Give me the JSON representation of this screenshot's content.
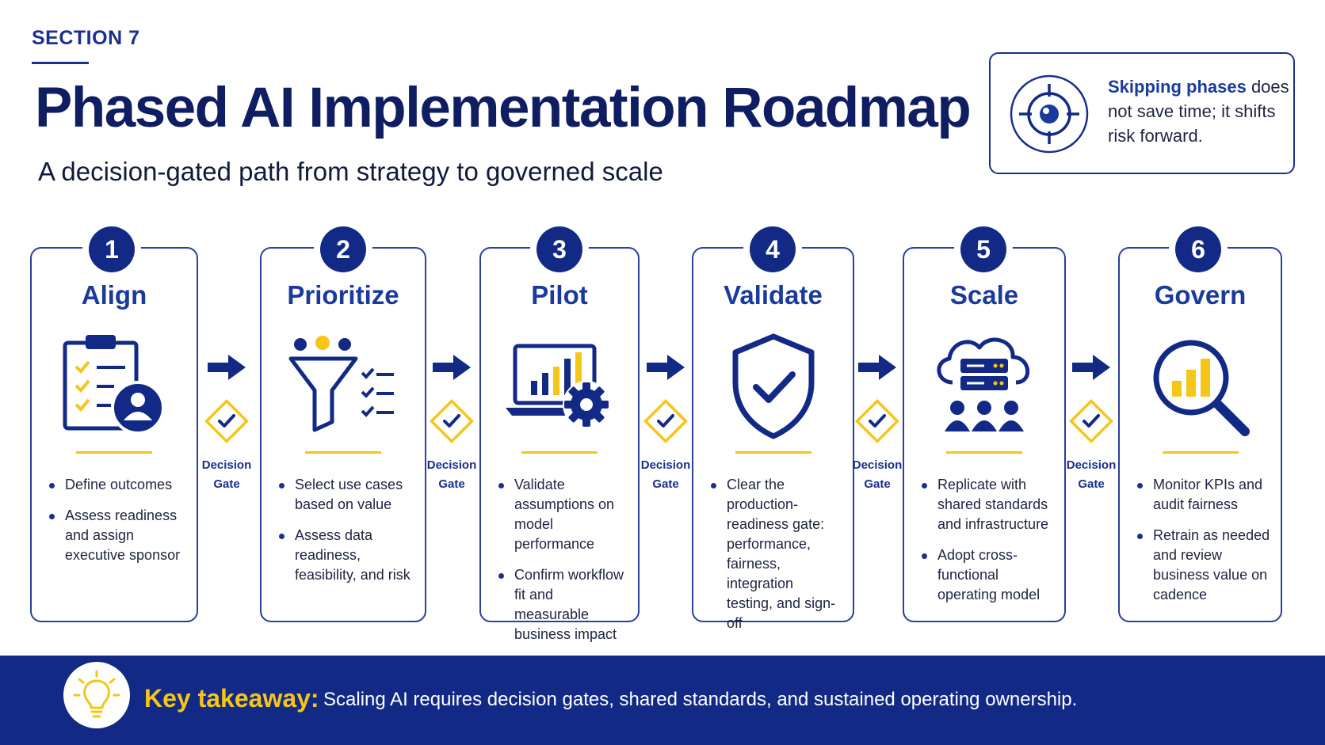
{
  "header": {
    "section": "SECTION 7",
    "title": "Phased AI Implementation Roadmap",
    "subtitle": "A decision-gated path from strategy to governed scale"
  },
  "callout": {
    "highlight": "Skipping phases",
    "text": " does not save time; it shifts risk forward.",
    "icon": "target-icon"
  },
  "phases": [
    {
      "number": "1",
      "name": "Align",
      "icon": "clipboard-user-icon",
      "bullets": [
        "Define outcomes",
        "Assess readiness and assign executive sponsor"
      ]
    },
    {
      "number": "2",
      "name": "Prioritize",
      "icon": "funnel-checklist-icon",
      "bullets": [
        "Select use cases based on value",
        "Assess data readiness, feasibility, and risk"
      ]
    },
    {
      "number": "3",
      "name": "Pilot",
      "icon": "laptop-chart-gear-icon",
      "bullets": [
        "Validate assumptions on model performance",
        "Confirm workflow fit and measurable business impact"
      ]
    },
    {
      "number": "4",
      "name": "Validate",
      "icon": "shield-check-icon",
      "bullets": [
        "Clear the production-readiness gate: performance, fairness, integration testing, and sign-off"
      ]
    },
    {
      "number": "5",
      "name": "Scale",
      "icon": "cloud-server-team-icon",
      "bullets": [
        "Replicate with shared standards and infrastructure",
        "Adopt cross-functional operating model"
      ]
    },
    {
      "number": "6",
      "name": "Govern",
      "icon": "magnifier-chart-icon",
      "bullets": [
        "Monitor KPIs and audit fairness",
        "Retrain as needed and review business value on cadence"
      ]
    }
  ],
  "gates": [
    {
      "line1": "Decision",
      "line2": "Gate"
    },
    {
      "line1": "Decision",
      "line2": "Gate"
    },
    {
      "line1": "Decision",
      "line2": "Gate"
    },
    {
      "line1": "Decision",
      "line2": "Gate"
    },
    {
      "line1": "Decision",
      "line2": "Gate"
    }
  ],
  "takeaway": {
    "label": "Key takeaway:",
    "text": "Scaling AI requires decision gates, shared standards, and sustained operating ownership.",
    "icon": "lightbulb-icon"
  },
  "colors": {
    "navy": "#122a86",
    "accent_blue": "#1a3a9e",
    "gold": "#f5c518"
  }
}
